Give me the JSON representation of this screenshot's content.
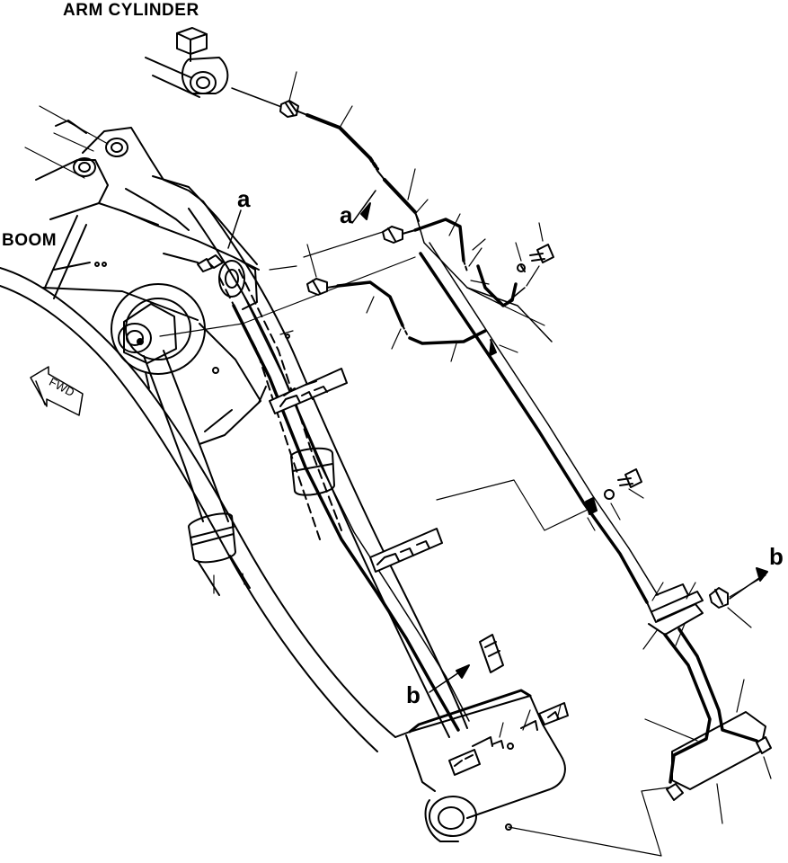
{
  "labels": {
    "arm_cylinder": "ARM CYLINDER",
    "boom": "BOOM",
    "fwd": "FWD",
    "callout_a": "a",
    "callout_b": "b"
  },
  "colors": {
    "ink": "#000000",
    "paper": "#ffffff"
  }
}
